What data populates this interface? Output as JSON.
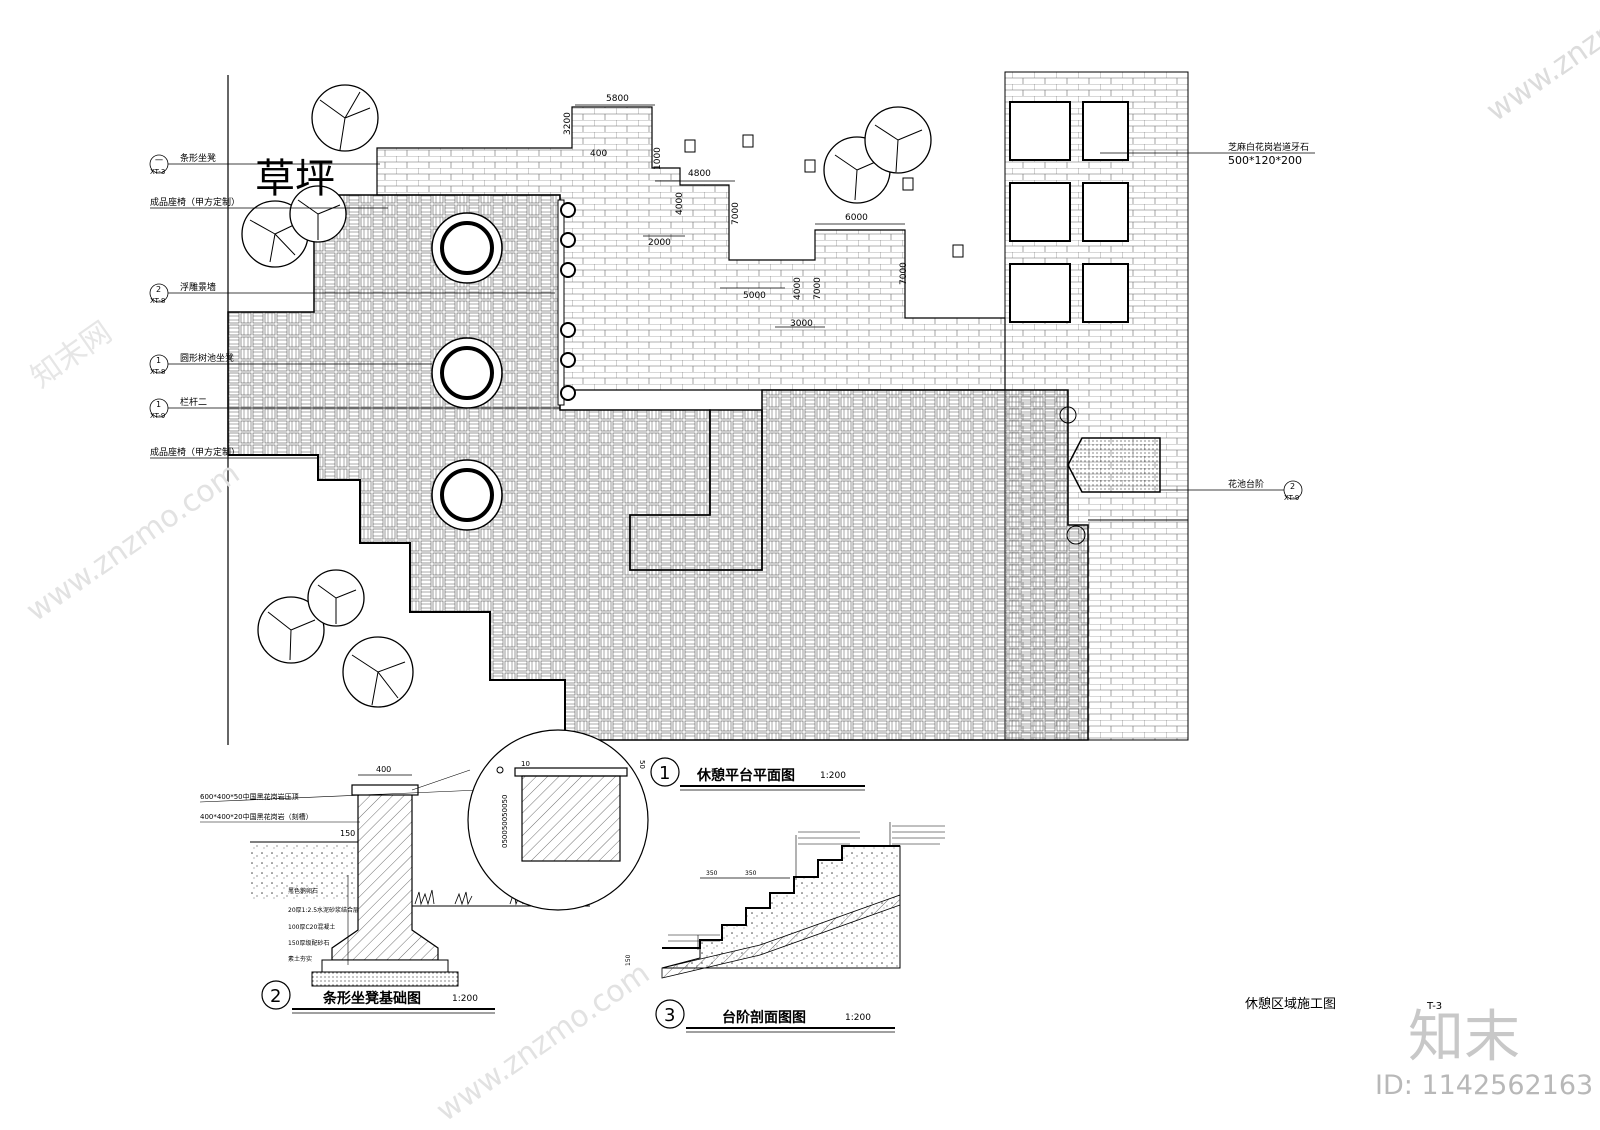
{
  "plan": {
    "lawn_label": "草坪",
    "callouts": [
      {
        "text": "条形坐凳",
        "ref_num": "一",
        "ref_sheet": "XT-3"
      },
      {
        "text": "成品座椅（甲方定制）",
        "ref_num": "",
        "ref_sheet": ""
      },
      {
        "text": "浮雕景墙",
        "ref_num": "2",
        "ref_sheet": "XT-8"
      },
      {
        "text": "圆形树池坐凳",
        "ref_num": "1",
        "ref_sheet": "XT-8"
      },
      {
        "text": "栏杆二",
        "ref_num": "1",
        "ref_sheet": "XT-9"
      },
      {
        "text": "成品座椅（甲方定制）",
        "ref_num": "",
        "ref_sheet": ""
      }
    ],
    "right_callouts": [
      {
        "text": "芝麻白花岗岩道牙石",
        "sub": "500*120*200"
      },
      {
        "text": "花池台阶",
        "ref_num": "2",
        "ref_sheet": "XT-9"
      }
    ],
    "dims": {
      "d5800": "5800",
      "d3200": "3200",
      "d400": "400",
      "d1000": "1000",
      "d4800": "4800",
      "d4000a": "4000",
      "d2000": "2000",
      "d7000a": "7000",
      "d6000": "6000",
      "d5000": "5000",
      "d4000b": "4000",
      "d7000b": "7000",
      "d7000c": "7000",
      "d3000": "3000"
    },
    "title_num": "1",
    "title": "休憩平台平面图",
    "scale": "1:200"
  },
  "bench": {
    "dim_400": "400",
    "dim_150": "150",
    "note_top1": "600*400*50中国黑花岗岩压顶",
    "note_top2": "400*400*20中国黑花岗岩（刻槽）",
    "layers": [
      "黑色鹅卵石",
      "20厚1:2.5水泥砂浆结合层",
      "100厚C20混凝土",
      "150厚级配砂石",
      "素土夯实"
    ],
    "detail_dims": {
      "d10": "10",
      "d50": "50",
      "dstack": "050050050050"
    },
    "title_num": "2",
    "title": "条形坐凳基础图",
    "scale": "1:200"
  },
  "stair": {
    "dim_350a": "350",
    "dim_350b": "350",
    "dim_150": "150",
    "title_num": "3",
    "title": "台阶剖面图图",
    "scale": "1:200"
  },
  "sheet": {
    "name": "休憩区域施工图",
    "sheet_no": "T-3"
  },
  "watermark": {
    "brand": "知末",
    "id_text": "ID: 1142562163",
    "site": "www.znzmo.com",
    "site_cn": "知末网"
  }
}
